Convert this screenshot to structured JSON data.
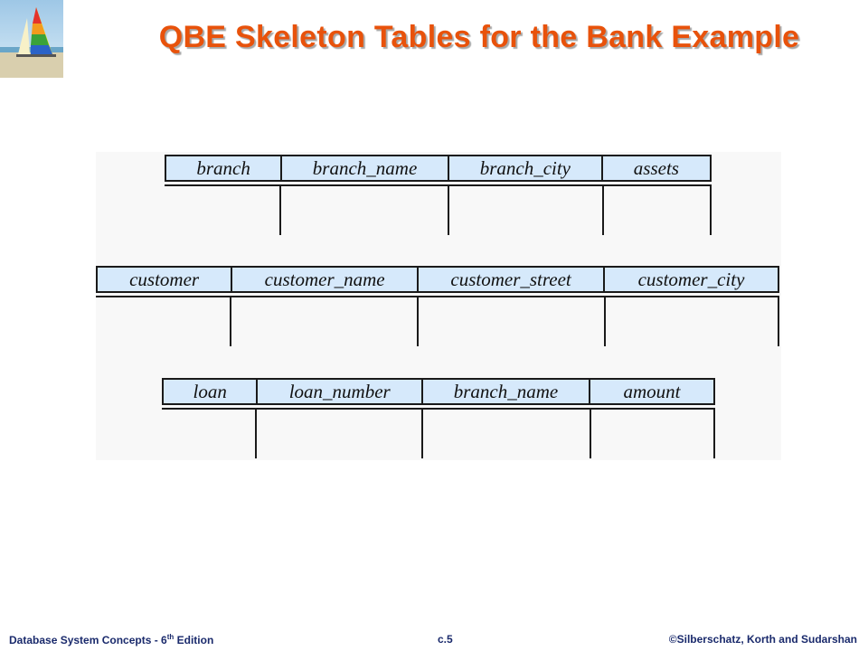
{
  "slide": {
    "title": "QBE Skeleton Tables for the Bank Example"
  },
  "tables": [
    {
      "columns": [
        "branch",
        "branch_name",
        "branch_city",
        "assets"
      ]
    },
    {
      "columns": [
        "customer",
        "customer_name",
        "customer_street",
        "customer_city"
      ]
    },
    {
      "columns": [
        "loan",
        "loan_number",
        "branch_name",
        "amount"
      ]
    }
  ],
  "footer": {
    "book": "Database System Concepts - 6",
    "edition_sup": "th",
    "edition_suffix": " Edition",
    "page": "c.5",
    "copyright": "©Silberschatz, Korth and Sudarshan"
  },
  "colors": {
    "title": "#e8520b",
    "header_fill": "#d6e9fb",
    "footer_text": "#1a2a6c"
  }
}
